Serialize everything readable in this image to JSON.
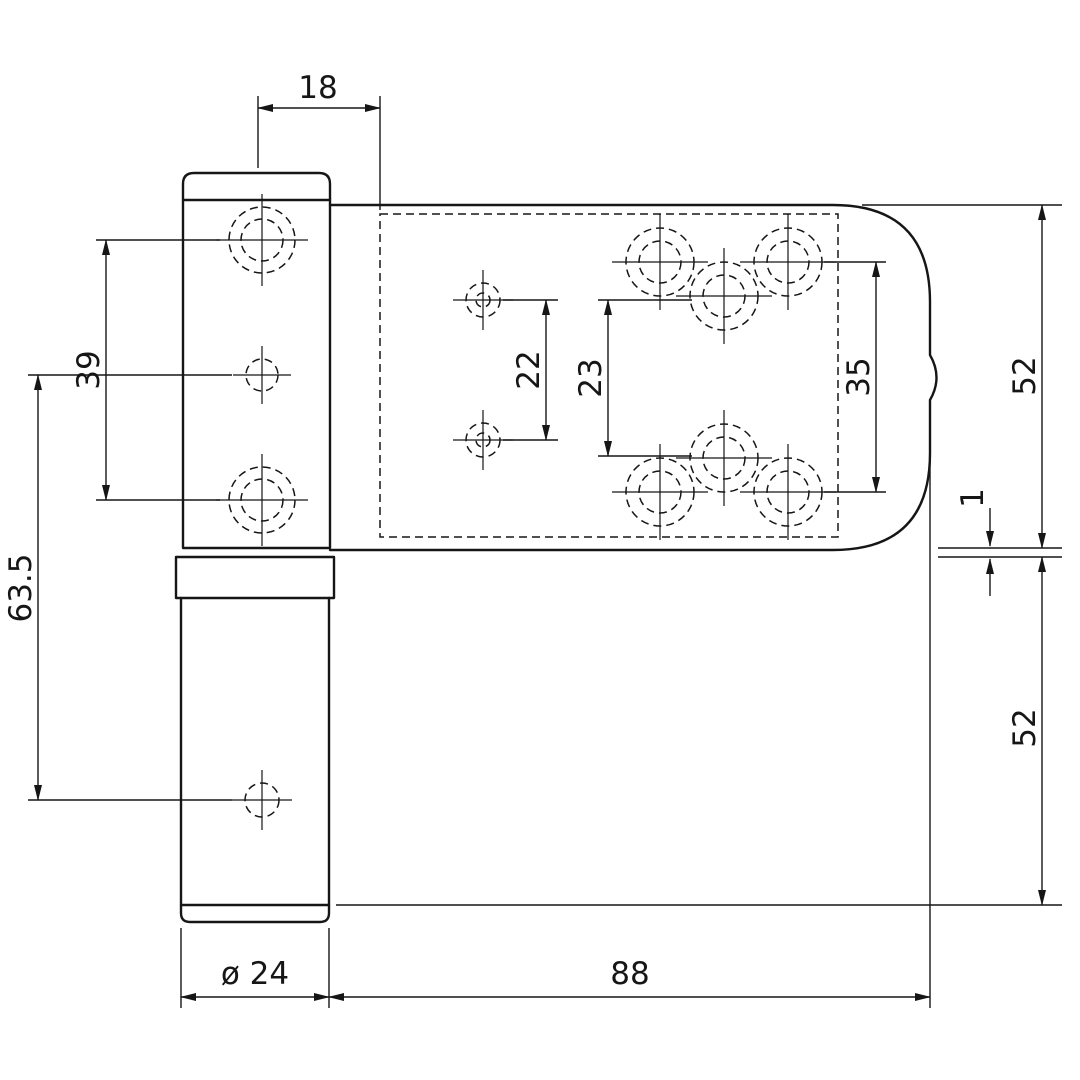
{
  "drawing": {
    "background": "#ffffff",
    "line_color": "#161616",
    "labels": {
      "top_offset": "18",
      "leaf_hole_spacing": "39",
      "left_overall": "63.5",
      "plate_small_spacing": "22",
      "plate_mid_spacing": "23",
      "plate_outer_spacing": "35",
      "plate_height": "52",
      "gap": "1",
      "barrel_lower_height": "52",
      "barrel_diameter": "ø 24",
      "plate_length": "88"
    }
  }
}
